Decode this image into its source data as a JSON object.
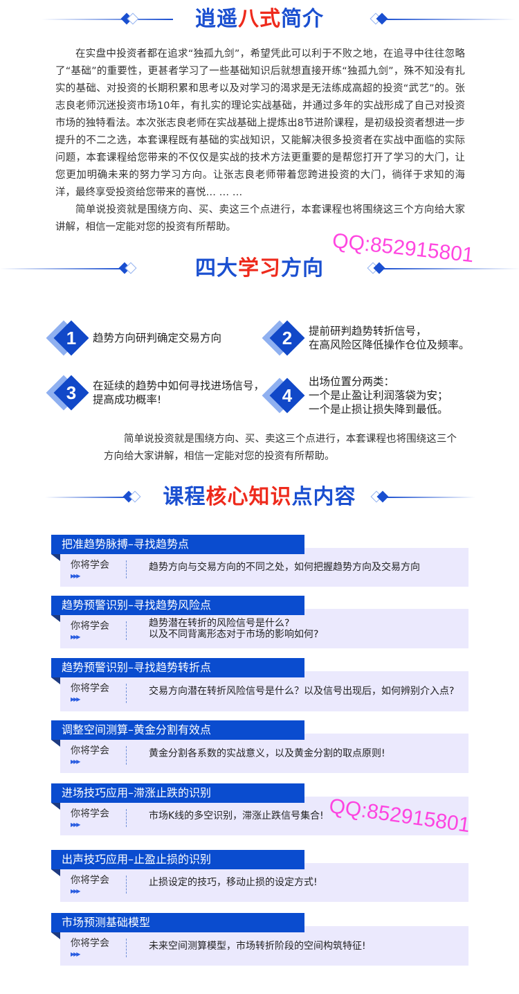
{
  "sections": [
    {
      "title_a": "逍遥",
      "title_b": "八式",
      "title_c": "简介"
    },
    {
      "title_a": "四大",
      "title_b": "学习",
      "title_c": "方向"
    },
    {
      "title_a": "课程",
      "title_b": "核心知识",
      "title_c": "点内容"
    }
  ],
  "intro": {
    "p1": "在实盘中投资者都在追求“独孤九剑”，希望凭此可以利于不败之地，在追寻中往往忽略了“基础”的重要性，更甚者学习了一些基础知识后就想直接开练“独孤九剑”，殊不知没有扎实的基础、对投资的长期积累和思考以及对学习的渴求是无法练成高超的投资“武艺”的。张志良老师沉迷投资市场10年，有扎实的理论实战基础，并通过多年的实战形成了自己对投资市场的独特看法。本次张志良老师在实战基础上提炼出8节进阶课程，是初级投资者想进一步提升的不二之选，本套课程既有基础的实战知识，又能解决很多投资者在实战中面临的实际问题，本套课程给您带来的不仅仅是实战的技术方法更重要的是帮您打开了学习的大门，让您更加明确未来的努力学习方向。让张志良老师带着您跨进投资的大门，徜徉于求知的海洋，最终享受投资给您带来的喜悦… … …",
    "p2": "简单说投资就是围绕方向、买、卖这三个点进行，本套课程也将围绕这三个方向给大家讲解，相信一定能对您的投资有所帮助。"
  },
  "directions": [
    {
      "num": "1",
      "text": "趋势方向研判确定交易方向"
    },
    {
      "num": "2",
      "text": "提前研判趋势转折信号，\n在高风险区降低操作仓位及频率。"
    },
    {
      "num": "3",
      "text": "在延续的趋势中如何寻找进场信号，\n提高成功概率!"
    },
    {
      "num": "4",
      "text": "出场位置分两类：\n一个是止盈让利润落袋为安；\n一个是止损让损失降到最低。"
    }
  ],
  "directions_summary": "简单说投资就是围绕方向、买、卖这三个点进行，本套课程也将围绕这三个方向给大家讲解，相信一定能对您的投资有所帮助。",
  "modules_label": "你将学会",
  "modules_arrows": "▶▶▶",
  "modules": [
    {
      "title": "把准趋势脉搏–寻找趋势点",
      "content": "趋势方向与交易方向的不同之处，如何把握趋势方向及交易方向"
    },
    {
      "title": "趋势预警识别–寻找趋势风险点",
      "content": "趋势潜在转折的风险信号是什么?\n以及不同背离形态对于市场的影响如何?"
    },
    {
      "title": "趋势预警识别–寻找趋势转折点",
      "content": "交易方向潜在转折风险信号是什么？以及信号出现后，如何辨别介入点?"
    },
    {
      "title": "调整空间测算–黄金分割有效点",
      "content": "黄金分割各系数的实战意义，以及黄金分割的取点原则!"
    },
    {
      "title": "进场技巧应用–滞涨止跌的识别",
      "content": "市场K线的多空识别，滞涨止跌信号集合!"
    },
    {
      "title": "出声技巧应用–止盈止损的识别",
      "content": "止损设定的技巧，移动止损的设定方式!"
    },
    {
      "title": "市场预测基础模型",
      "content": "未来空间测算模型，市场转折阶段的空间构筑特征!"
    }
  ],
  "watermark": "QQ:852915801",
  "colors": {
    "blue": "#1a4fd0",
    "red": "#ee2a1c",
    "header": "#0a4ccf",
    "card": "#ebe9fd",
    "watermark": "#ff33dd"
  }
}
